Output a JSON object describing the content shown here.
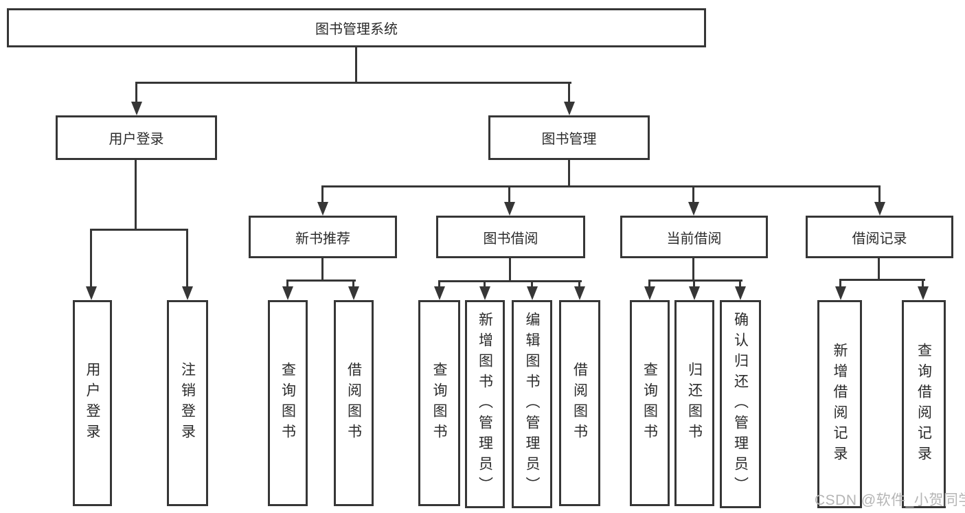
{
  "diagram_type": "hierarchy-tree",
  "colors": {
    "line": "#363636",
    "box_border": "#363636",
    "box_fill": "#ffffff",
    "text": "#2b2b2b",
    "watermark": "#b5b5b5",
    "background": "#ffffff"
  },
  "tree": {
    "label": "图书管理系统",
    "children": [
      {
        "label": "用户登录",
        "children": [
          {
            "label": "用户登录"
          },
          {
            "label": "注销登录"
          }
        ]
      },
      {
        "label": "图书管理",
        "children": [
          {
            "label": "新书推荐",
            "children": [
              {
                "label": "查询图书"
              },
              {
                "label": "借阅图书"
              }
            ]
          },
          {
            "label": "图书借阅",
            "children": [
              {
                "label": "查询图书"
              },
              {
                "label": "新增图书（管理员）"
              },
              {
                "label": "编辑图书（管理员）"
              },
              {
                "label": "借阅图书"
              }
            ]
          },
          {
            "label": "当前借阅",
            "children": [
              {
                "label": "查询图书"
              },
              {
                "label": "归还图书"
              },
              {
                "label": "确认归还（管理员）"
              }
            ]
          },
          {
            "label": "借阅记录",
            "children": [
              {
                "label": "新增借阅记录"
              },
              {
                "label": "查询借阅记录"
              }
            ]
          }
        ]
      }
    ]
  },
  "watermark": {
    "text": "CSDN @软件_小贺同学"
  }
}
